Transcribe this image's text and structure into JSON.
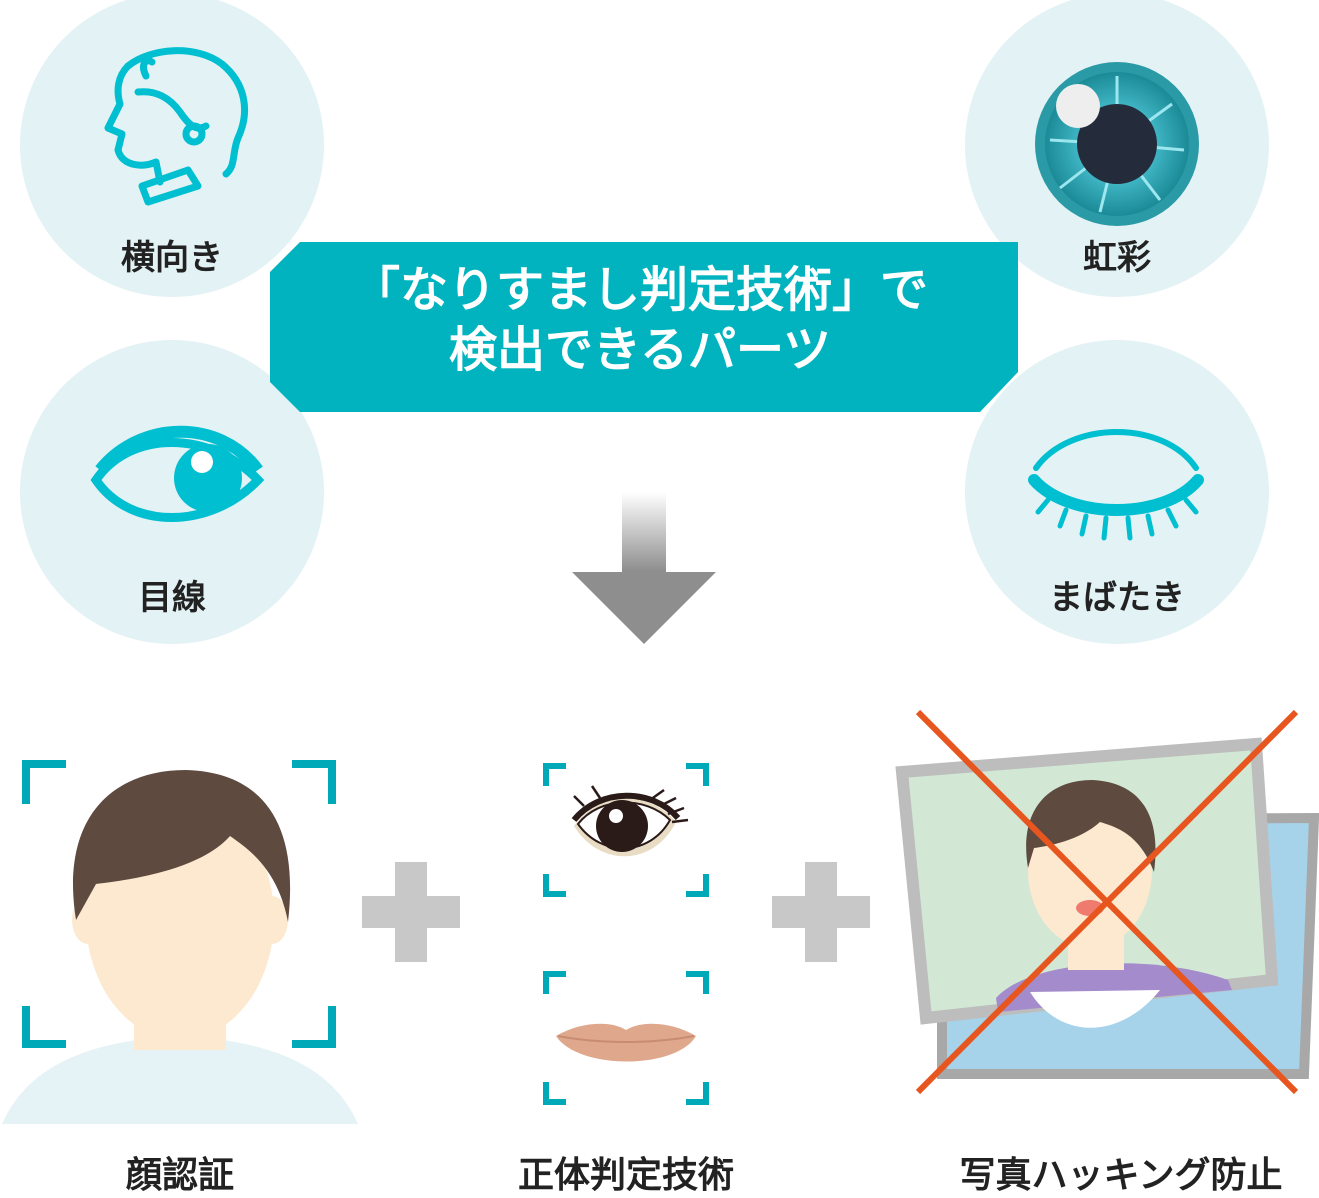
{
  "banner": {
    "line1": "「なりすまし判定技術」で",
    "line2": "検出できるパーツ"
  },
  "features": {
    "side_face": "横向き",
    "iris": "虹彩",
    "gaze": "目線",
    "blink": "まばたき"
  },
  "bottom": {
    "face_auth": "顔認証",
    "liveness": "正体判定技術",
    "photo_hack": "写真ハッキング防止"
  },
  "colors": {
    "teal": "#00b3be",
    "icon_teal": "#00bfd0",
    "circle_bg": "#e3f2f5",
    "hair": "#5e4a3f",
    "skin": "#fce9cf",
    "cross": "#e8561f",
    "plus": "#c8c8c8"
  }
}
